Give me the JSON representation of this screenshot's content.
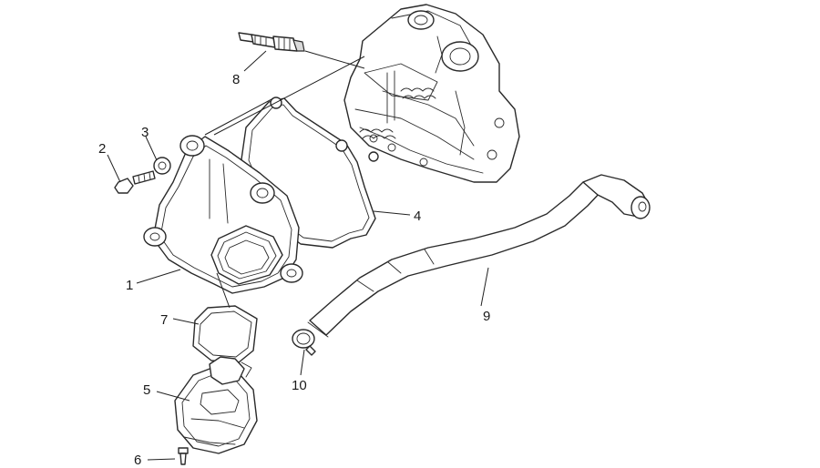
{
  "callouts": [
    {
      "id": "1",
      "text": "1"
    },
    {
      "id": "2",
      "text": "2"
    },
    {
      "id": "3",
      "text": "3"
    },
    {
      "id": "4",
      "text": "4"
    },
    {
      "id": "5",
      "text": "5"
    },
    {
      "id": "6",
      "text": "6"
    },
    {
      "id": "7",
      "text": "7"
    },
    {
      "id": "8",
      "text": "8"
    },
    {
      "id": "9",
      "text": "9"
    },
    {
      "id": "10",
      "text": "10"
    }
  ],
  "colors": {
    "line": "#2a2a2a",
    "background": "#ffffff",
    "shade": "#d9d9d9"
  }
}
